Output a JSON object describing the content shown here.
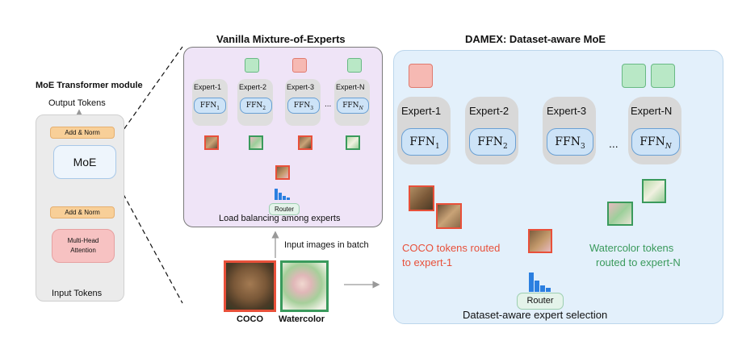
{
  "left_module": {
    "title": "MoE Transformer module",
    "output_label": "Output Tokens",
    "input_label": "Input Tokens",
    "add_norm_top": "Add & Norm",
    "moe": "MoE",
    "add_norm_bottom": "Add & Norm",
    "mha": "Multi-Head Attention"
  },
  "vanilla": {
    "title": "Vanilla Mixture-of-Experts",
    "experts": [
      "Expert-1",
      "Expert-2",
      "Expert-3",
      "Expert-N"
    ],
    "ffn_base": "FFN",
    "ffn_subs": [
      "1",
      "2",
      "3",
      "N"
    ],
    "ellipsis": "...",
    "router": "Router",
    "caption": "Load balancing among experts"
  },
  "batch": {
    "label": "Input images in batch",
    "coco": "COCO",
    "watercolor": "Watercolor"
  },
  "damex": {
    "title": "DAMEX: Dataset-aware MoE",
    "experts": [
      "Expert-1",
      "Expert-2",
      "Expert-3",
      "Expert-N"
    ],
    "ffn_base": "FFN",
    "ffn_subs": [
      "1",
      "2",
      "3",
      "N"
    ],
    "ellipsis": "...",
    "router": "Router",
    "coco_text": "COCO tokens routed to expert-1",
    "coco_line1": "COCO tokens routed",
    "coco_line2": "to expert-1",
    "water_line1": "Watercolor tokens",
    "water_line2": "routed to expert-N",
    "caption": "Dataset-aware expert selection"
  },
  "colors": {
    "coco": "#e8503a",
    "watercolor": "#3a9a5c",
    "ffn_fill": "#cde3f7",
    "vanilla_bg": "#efe4f7",
    "damex_bg": "#e3f0fb",
    "router_bars": "#2b7fe0",
    "norm_fill": "#f8cf98",
    "mha_fill": "#f7c2c2",
    "square_red": "#f6b9b3",
    "square_green": "#b9e8c6"
  },
  "icons": {
    "router_chart": "bar-chart-icon",
    "bear": "bear-thumbnail",
    "flowers": "watercolor-thumbnail"
  }
}
